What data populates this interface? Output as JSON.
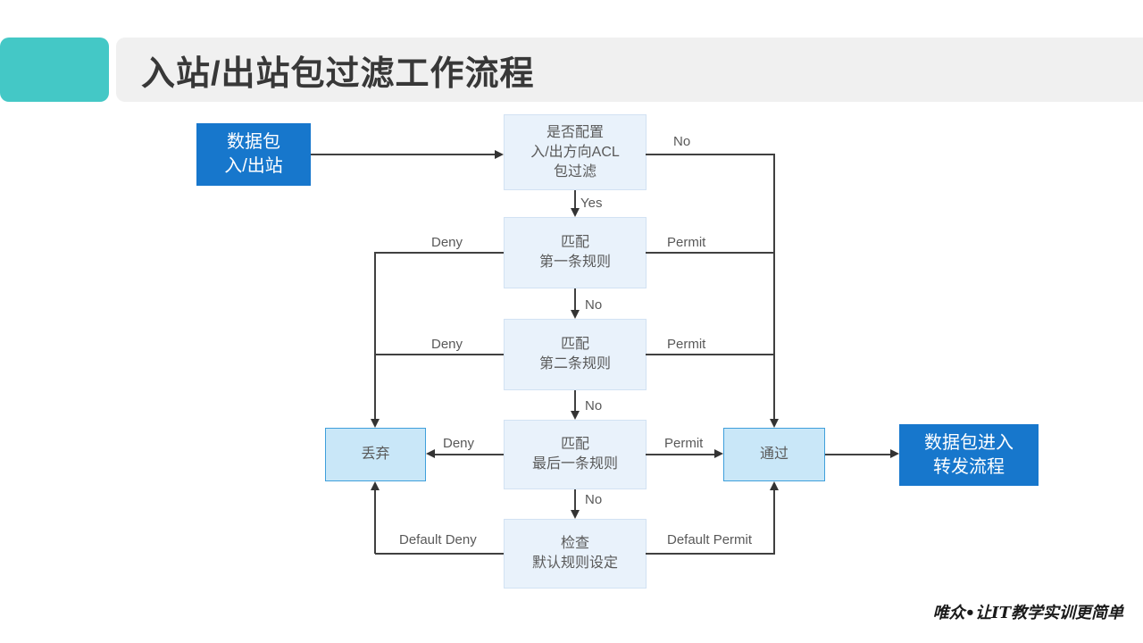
{
  "title": {
    "text": "入站/出站包过滤工作流程"
  },
  "footer": {
    "brand": "唯众•让IT教学实训更简单"
  },
  "colors": {
    "accent_teal": "#44c8c6",
    "title_bar_bg": "#f0f0f0",
    "title_text": "#383838",
    "primary_blue": "#1777cc",
    "light_box_bg": "#e9f2fb",
    "decision_box_bg": "#c9e7f8",
    "decision_box_border": "#3f9fdb",
    "box_text": "#595959",
    "line": "#404040"
  },
  "flow": {
    "nodes": {
      "start": {
        "lines": [
          "数据包",
          "入/出站"
        ]
      },
      "acl_check": {
        "lines": [
          "是否配置",
          "入/出方向ACL",
          "包过滤"
        ]
      },
      "rule1": {
        "lines": [
          "匹配",
          "第一条规则"
        ]
      },
      "rule2": {
        "lines": [
          "匹配",
          "第二条规则"
        ]
      },
      "rule3": {
        "lines": [
          "匹配",
          "最后一条规则"
        ]
      },
      "default_check": {
        "lines": [
          "检查",
          "默认规则设定"
        ]
      },
      "drop": {
        "label": "丢弃"
      },
      "pass": {
        "label": "通过"
      },
      "forward": {
        "lines": [
          "数据包进入",
          "转发流程"
        ]
      }
    },
    "edge_labels": {
      "yes": "Yes",
      "no_top": "No",
      "no_after_rule1": "No",
      "no_after_rule2": "No",
      "no_after_rule3": "No",
      "deny_rule1": "Deny",
      "deny_rule2": "Deny",
      "deny_rule3": "Deny",
      "permit_rule1": "Permit",
      "permit_rule2": "Permit",
      "permit_rule3": "Permit",
      "default_deny": "Default Deny",
      "default_permit": "Default Permit"
    }
  }
}
